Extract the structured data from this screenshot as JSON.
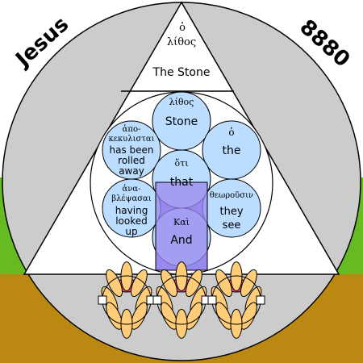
{
  "corner_labels": {
    "left": "Jesus",
    "right": "8880"
  },
  "apex": {
    "greek": "ὁ λίθος",
    "greek_article": "ὁ",
    "greek_word": "λίθος",
    "english": "The Stone"
  },
  "circles": [
    {
      "id": "stone",
      "greek": "λίθος",
      "english_lines": [
        "Stone"
      ]
    },
    {
      "id": "the",
      "greek": "ὁ",
      "english_lines": [
        "the"
      ]
    },
    {
      "id": "rolled",
      "greek_lines": [
        "ἀπο-",
        "κεκυλισται"
      ],
      "english_lines": [
        "has been",
        "rolled",
        "away"
      ]
    },
    {
      "id": "that",
      "greek": "ὅτι",
      "english_lines": [
        "that"
      ]
    },
    {
      "id": "looked",
      "greek_lines": [
        "ἀνα-",
        "βλέψασαι"
      ],
      "english_lines": [
        "having",
        "looked",
        "up"
      ]
    },
    {
      "id": "they-see",
      "greek": "θεωροῦσιν",
      "english_lines": [
        "they",
        "see"
      ]
    },
    {
      "id": "and",
      "greek": "Καὶ",
      "english_lines": [
        "And"
      ]
    }
  ],
  "colors": {
    "sky": "#ffffff",
    "grass": "#66bb22",
    "ground": "#bb8811",
    "disk": "#cccccc",
    "circle_fill": "#bbddff",
    "highlight": "#9988ee",
    "flower_petal": "#ffcc77",
    "flower_center": "#ee4488"
  }
}
